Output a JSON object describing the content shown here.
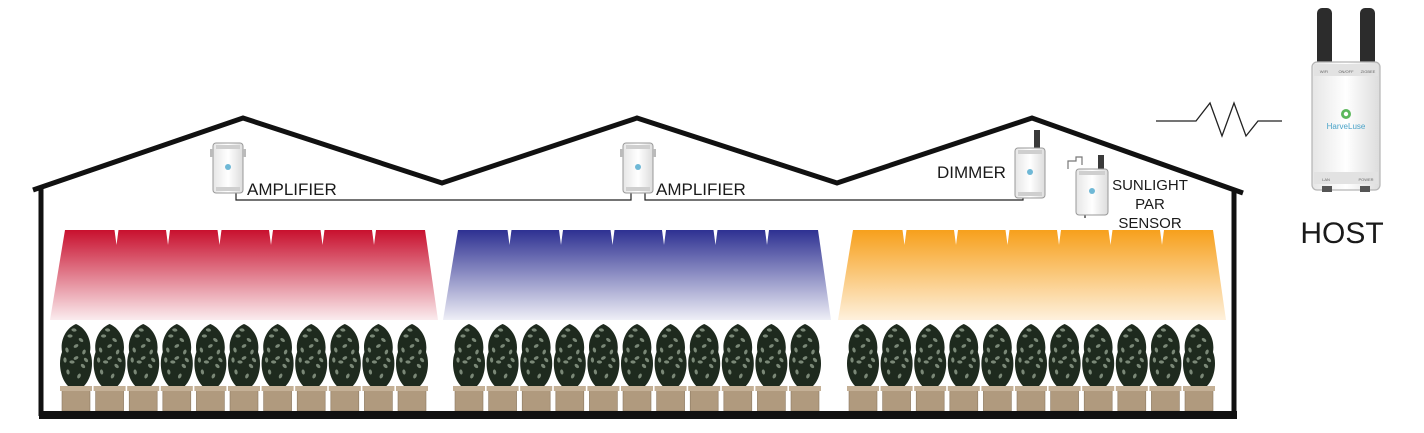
{
  "devices": {
    "amplifier_1": {
      "label": "AMPLIFIER"
    },
    "amplifier_2": {
      "label": "AMPLIFIER"
    },
    "dimmer": {
      "label": "DIMMER"
    },
    "sensor": {
      "label_lines": [
        "SUNLIGHT",
        "PAR",
        "SENSOR"
      ]
    },
    "host": {
      "label": "HOST",
      "brand": "HarveLuse",
      "port_labels_top": [
        "WIFI",
        "ON/OFF",
        "ZIGBEE"
      ],
      "port_labels_bottom": [
        "LAN",
        "POWER"
      ]
    }
  },
  "zones": [
    {
      "light_color": "#c8102e",
      "plant_count": 11
    },
    {
      "light_color": "#2e3192",
      "plant_count": 11
    },
    {
      "light_color": "#f7a01c",
      "plant_count": 11
    }
  ],
  "colors": {
    "pot": "#b09a7e",
    "foliage_dark": "#1e2a1e",
    "foliage_light": "#9aa896",
    "outline": "#111111"
  }
}
